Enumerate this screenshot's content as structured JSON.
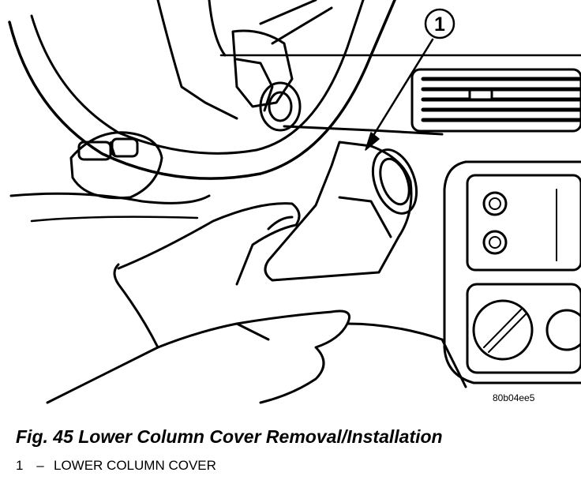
{
  "figure": {
    "callout_number": "1",
    "image_code": "80b04ee5",
    "caption": "Fig. 45 Lower Column Cover Removal/Installation",
    "legend": [
      {
        "number": "1",
        "separator": "–",
        "label": "LOWER COLUMN COVER"
      }
    ]
  }
}
